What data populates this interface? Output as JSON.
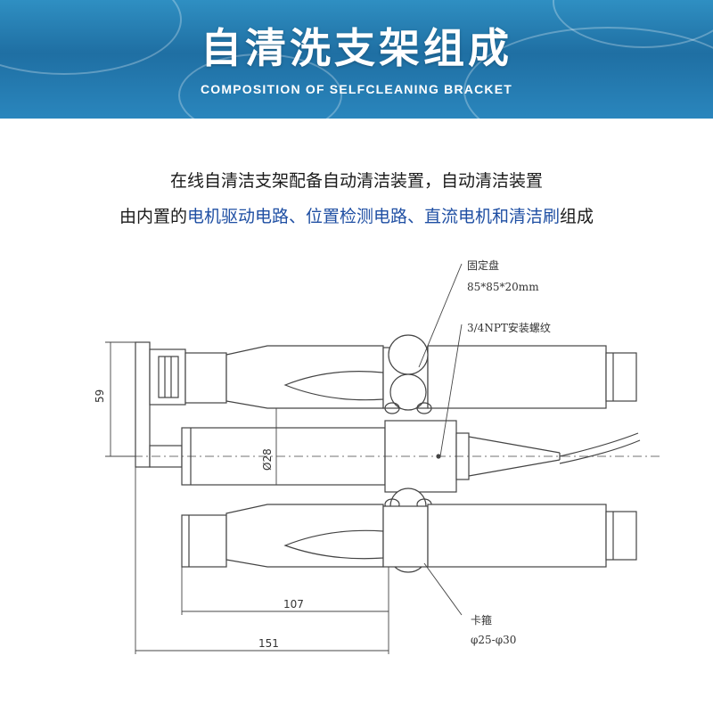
{
  "banner": {
    "title": "自清洗支架组成",
    "subtitle": "COMPOSITION OF SELFCLEANING BRACKET"
  },
  "description": {
    "line1": "在线自清洁支架配备自动清洁装置，自动清洁装置",
    "line2_prefix": "由内置的",
    "line2_highlight": "电机驱动电路、位置检测电路、直流电机和清洁刷",
    "line2_suffix": "组成"
  },
  "diagram": {
    "label_plate_name": "固定盘",
    "label_plate_size": "85*85*20mm",
    "label_thread": "3/4NPT安装螺纹",
    "label_clamp_name": "卡箍",
    "label_clamp_size": "φ25-φ30",
    "dim_height": "59",
    "dim_diameter": "Ø28",
    "dim_107": "107",
    "dim_151": "151"
  },
  "colors": {
    "banner": "#2a7fb5",
    "highlight": "#1f4fa3",
    "line": "#444444"
  }
}
